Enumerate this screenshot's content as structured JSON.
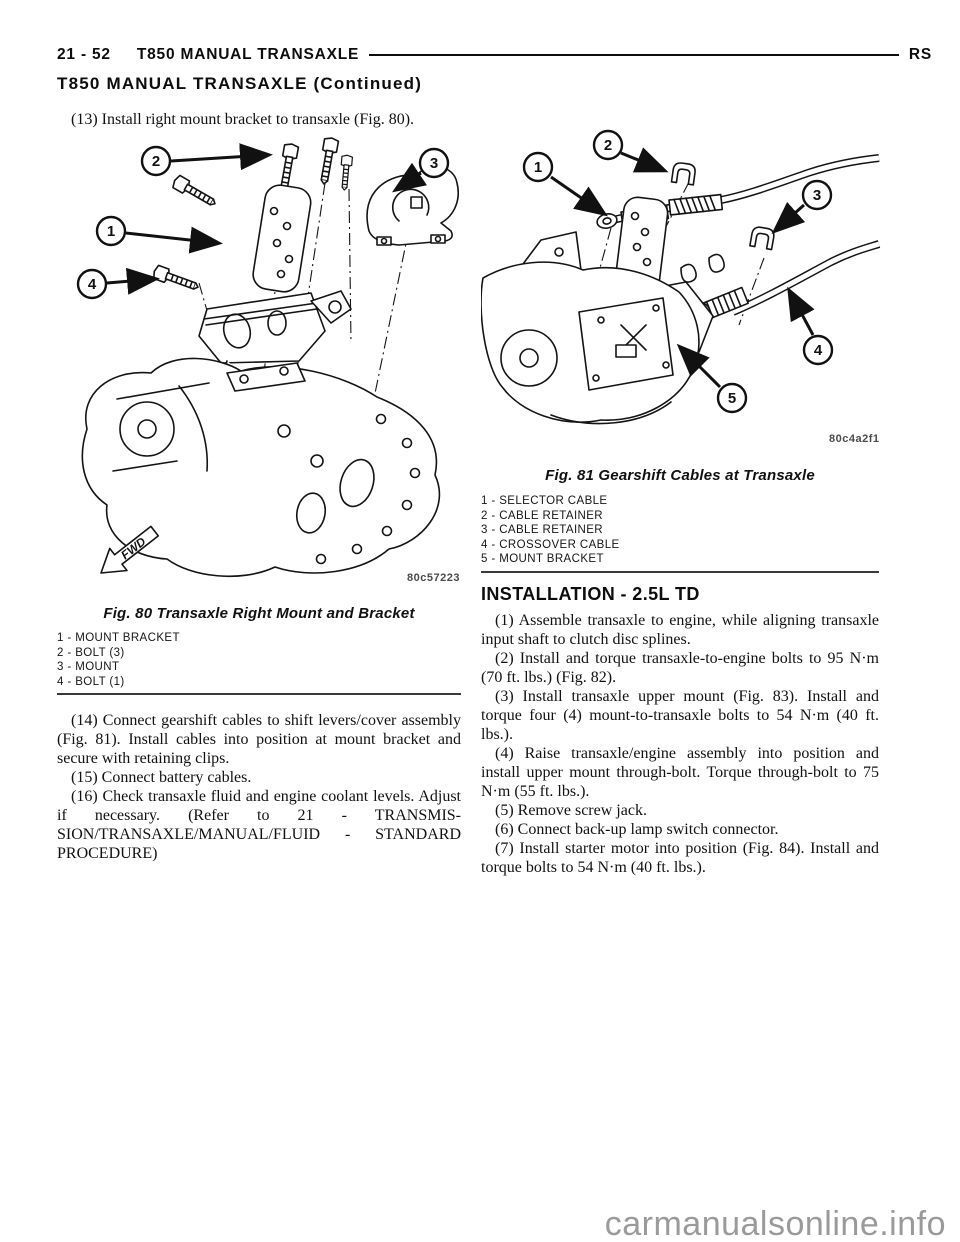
{
  "header": {
    "page_number": "21 - 52",
    "section_title": "T850 MANUAL TRANSAXLE",
    "edition_code": "RS",
    "continued_title": "T850 MANUAL TRANSAXLE (Continued)"
  },
  "left_column": {
    "step_13": "(13) Install right mount bracket to transaxle (Fig. 80).",
    "figure_80": {
      "caption": "Fig. 80 Transaxle Right Mount and Bracket",
      "image_code": "80c57223",
      "fwd_label": "FWD",
      "callouts": [
        "1",
        "2",
        "3",
        "4"
      ],
      "legend": [
        "1 - MOUNT BRACKET",
        "2 - BOLT (3)",
        "3 - MOUNT",
        "4 - BOLT (1)"
      ]
    },
    "step_14": "(14) Connect gearshift cables to shift levers/cover assembly (Fig. 81). Install cables into position at mount bracket and secure with retaining clips.",
    "step_15": "(15) Connect battery cables.",
    "step_16": "(16) Check transaxle fluid and engine coolant lev­els. Adjust if necessary. (Refer to 21 - TRANSMIS­SION/TRANSAXLE/MANUAL/FLUID - STANDARD PROCEDURE)"
  },
  "right_column": {
    "figure_81": {
      "caption": "Fig. 81 Gearshift Cables at Transaxle",
      "image_code": "80c4a2f1",
      "callouts": [
        "1",
        "2",
        "3",
        "4",
        "5"
      ],
      "legend": [
        "1 - SELECTOR CABLE",
        "2 - CABLE RETAINER",
        "3 - CABLE RETAINER",
        "4 - CROSSOVER CABLE",
        "5 - MOUNT BRACKET"
      ]
    },
    "installation_heading": "INSTALLATION - 2.5L TD",
    "step_1": "(1) Assemble transaxle to engine, while aligning transaxle input shaft to clutch disc splines.",
    "step_2": "(2) Install and torque transaxle-to-engine bolts to 95 N·m (70 ft. lbs.) (Fig. 82).",
    "step_3": "(3) Install transaxle upper mount (Fig. 83). Install and torque four (4) mount-to-transaxle bolts to 54 N·m (40 ft. lbs.).",
    "step_4": "(4) Raise transaxle/engine assembly into position and install upper mount through-bolt. Torque through-bolt to 75 N·m (55 ft. lbs.).",
    "step_5": "(5) Remove screw jack.",
    "step_6": "(6) Connect back-up lamp switch connector.",
    "step_7": "(7) Install starter motor into position (Fig. 84). Install and torque bolts to 54 N·m (40 ft. lbs.)."
  },
  "watermark": "carmanualsonline.info"
}
